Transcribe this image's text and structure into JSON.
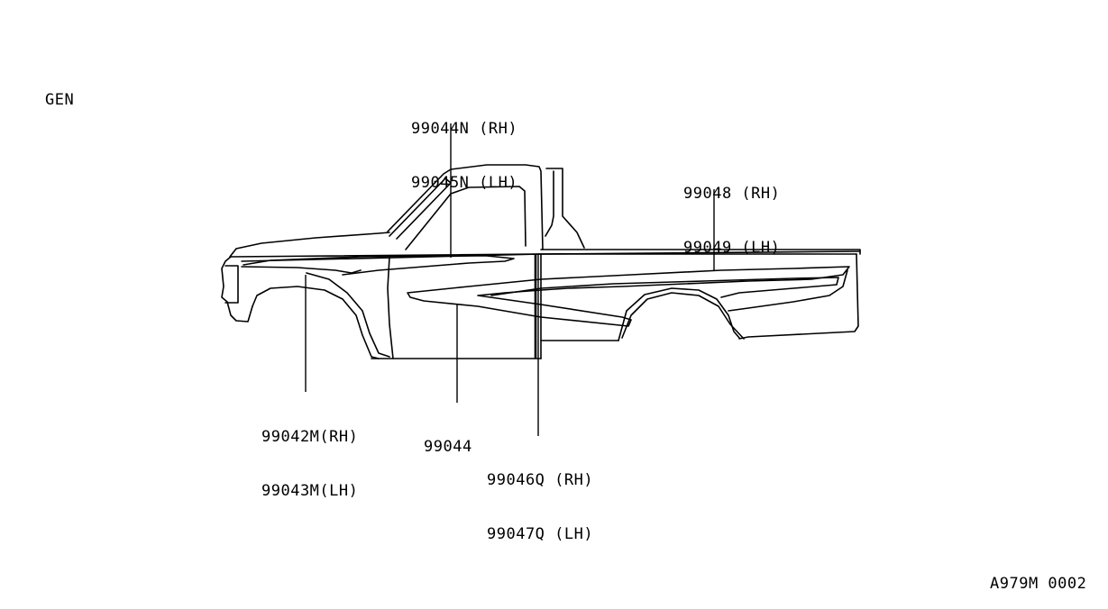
{
  "section_label": "GEN",
  "drawing_number": "A979M 0002",
  "callouts": {
    "door_upper": {
      "line1": "99044N (RH)",
      "line2": "99045N (LH)"
    },
    "bed_upper": {
      "line1": "99048 (RH)",
      "line2": "99049 (LH)"
    },
    "front_fender": {
      "line1": "99042M(RH)",
      "line2": "99043M(LH)"
    },
    "door_center": {
      "line1": "99044"
    },
    "door_rear": {
      "line1": "99046Q (RH)",
      "line2": "99047Q (LH)"
    }
  },
  "colors": {
    "line": "#000000",
    "background": "#ffffff"
  }
}
